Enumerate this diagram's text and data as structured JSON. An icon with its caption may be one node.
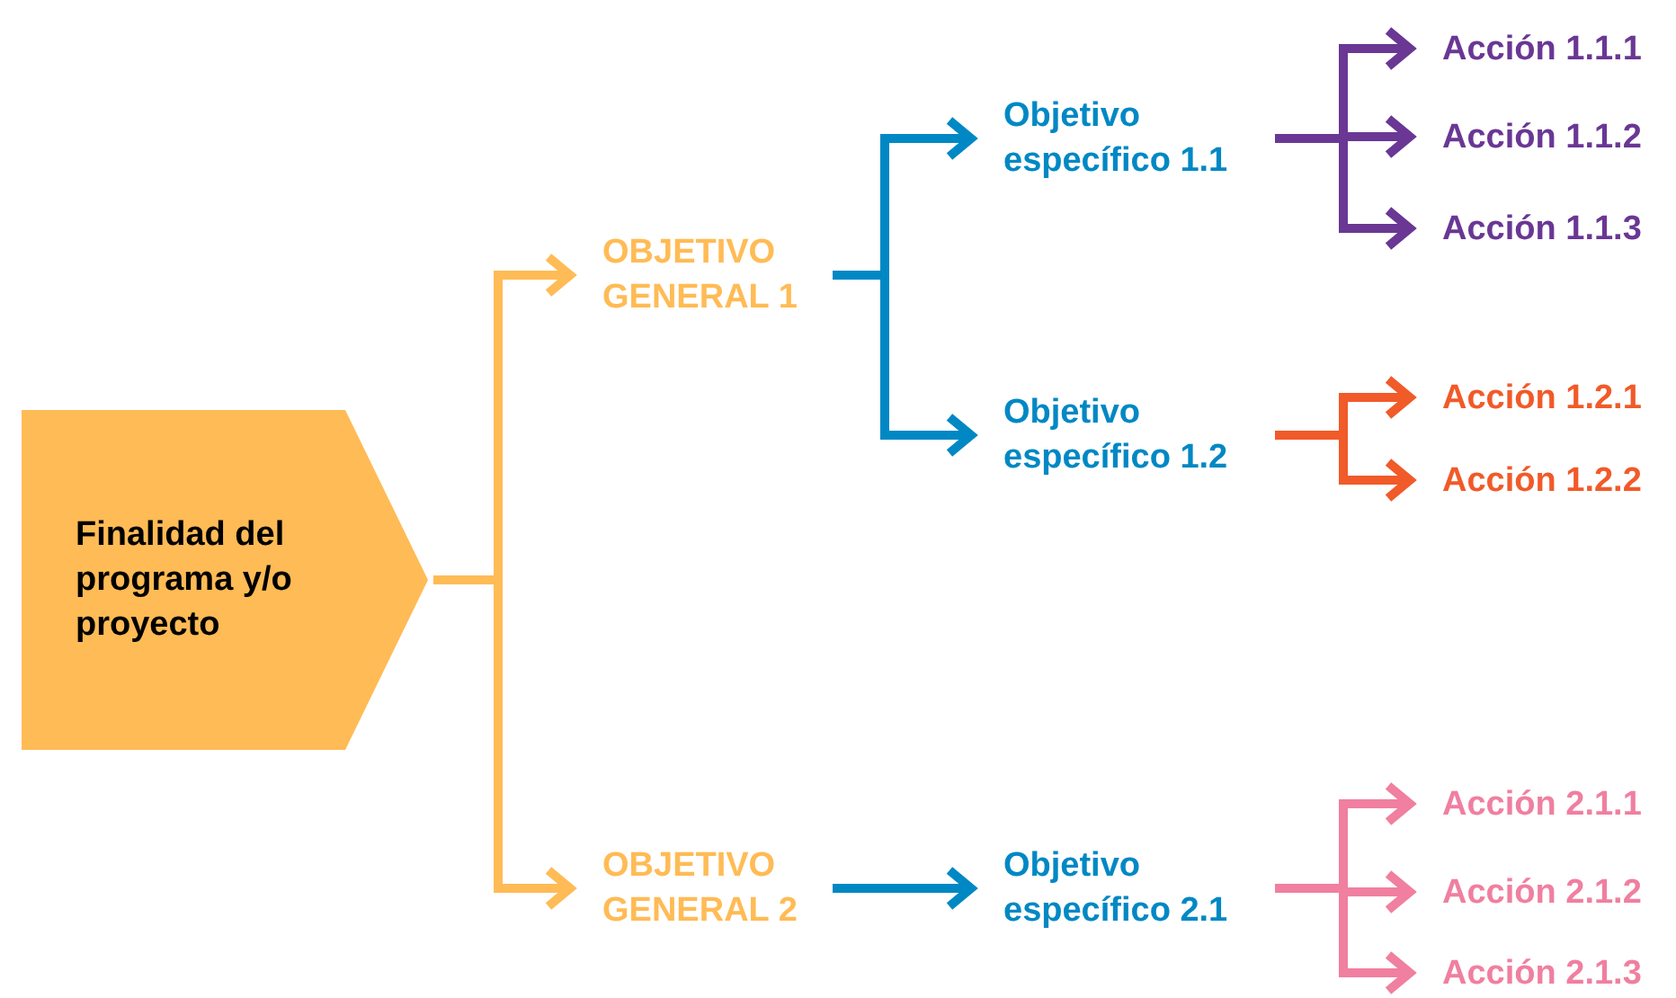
{
  "diagram": {
    "nodes": [
      {
        "text": [
          "Finalidad del programa y/o proyecto"
        ]
      },
      {
        "text": [
          "OBJETIVO GENERAL 1"
        ]
      },
      {
        "text": [
          "Objetivo específico 1.1"
        ]
      },
      {
        "text": [
          "Acción 1.1.1"
        ]
      },
      {
        "text": [
          "Acción 1.1.2"
        ]
      },
      {
        "text": [
          "Acción 1.1.3"
        ]
      },
      {
        "text": [
          "Objetivo específico 1.2"
        ]
      },
      {
        "text": [
          "Acción 1.2.1"
        ]
      },
      {
        "text": [
          "Acción 1.2.2"
        ]
      },
      {
        "text": [
          "OBJETIVO GENERAL 2"
        ]
      },
      {
        "text": [
          "Objetivo específico 2.1"
        ]
      },
      {
        "text": [
          "Acción 2.1.1"
        ]
      },
      {
        "text": [
          "Acción 2.1.2"
        ]
      },
      {
        "text": [
          "Acción 2.1.3"
        ]
      }
    ],
    "edges": [
      {
        "from": 0,
        "to": 1,
        "arrow": "to",
        "color": "#ffbb55"
      },
      {
        "from": 0,
        "to": 9,
        "arrow": "to",
        "color": "#ffbb55"
      },
      {
        "from": 1,
        "to": 2,
        "arrow": "to",
        "color": "#0088c4"
      },
      {
        "from": 1,
        "to": 6,
        "arrow": "to",
        "color": "#0088c4"
      },
      {
        "from": 2,
        "to": 3,
        "arrow": "to",
        "color": "#6a3794"
      },
      {
        "from": 2,
        "to": 4,
        "arrow": "to",
        "color": "#6a3794"
      },
      {
        "from": 2,
        "to": 5,
        "arrow": "to",
        "color": "#6a3794"
      },
      {
        "from": 6,
        "to": 7,
        "arrow": "to",
        "color": "#f15a29"
      },
      {
        "from": 6,
        "to": 8,
        "arrow": "to",
        "color": "#f15a29"
      },
      {
        "from": 9,
        "to": 10,
        "arrow": "to",
        "color": "#0088c4"
      },
      {
        "from": 10,
        "to": 11,
        "arrow": "to",
        "color": "#f07fa0"
      },
      {
        "from": 10,
        "to": 12,
        "arrow": "to",
        "color": "#f07fa0"
      },
      {
        "from": 10,
        "to": 13,
        "arrow": "to",
        "color": "#f07fa0"
      }
    ]
  }
}
